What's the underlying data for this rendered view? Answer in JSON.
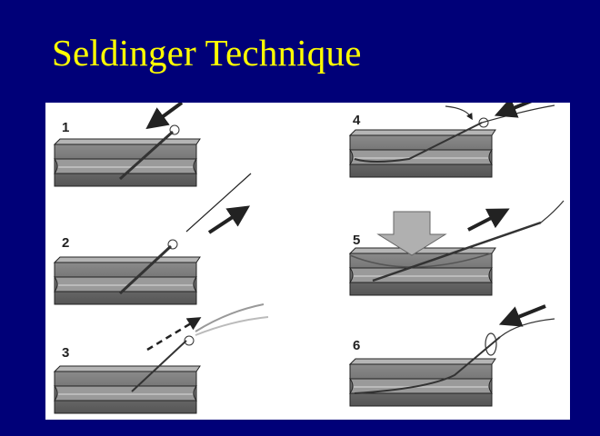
{
  "slide": {
    "title": "Seldinger Technique",
    "background_color": "#000078",
    "title_color": "#ffff00"
  },
  "figure": {
    "steps": [
      {
        "label": "1",
        "icon": "needle-insertion"
      },
      {
        "label": "2",
        "icon": "guidewire-insertion"
      },
      {
        "label": "3",
        "icon": "needle-removal"
      },
      {
        "label": "4",
        "icon": "catheter-over-wire"
      },
      {
        "label": "5",
        "icon": "pressure-and-advance"
      },
      {
        "label": "6",
        "icon": "wire-removal"
      }
    ]
  }
}
